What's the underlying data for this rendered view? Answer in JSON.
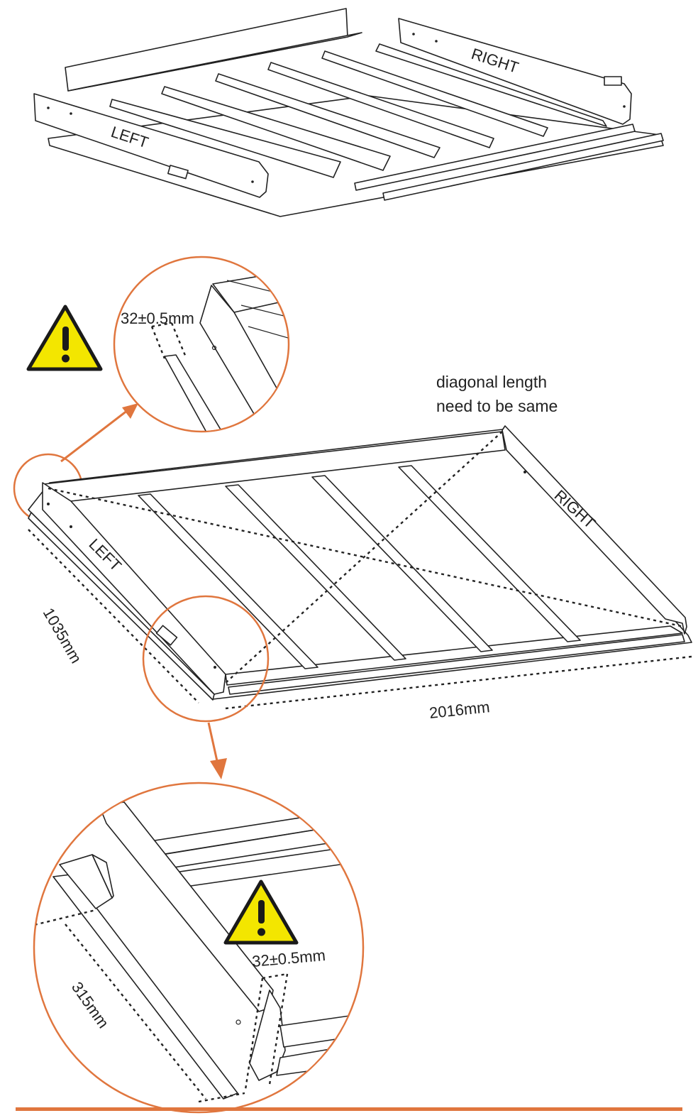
{
  "labels": {
    "left_top": "LEFT",
    "right_top": "RIGHT",
    "left_main": "LEFT",
    "right_main": "RIGHT",
    "dim_top_offset": "32±0.5mm",
    "dim_bottom_offset": "32±0.5mm",
    "dim_width": "1035mm",
    "dim_length": "2016mm",
    "dim_block": "315mm"
  },
  "note": {
    "line1": "diagonal length",
    "line2": "need to be same"
  },
  "icons": {
    "warning": "warning-triangle-icon"
  },
  "colors": {
    "callout": "#e0763e",
    "warning_fill": "#f3e600",
    "line": "#222222"
  }
}
